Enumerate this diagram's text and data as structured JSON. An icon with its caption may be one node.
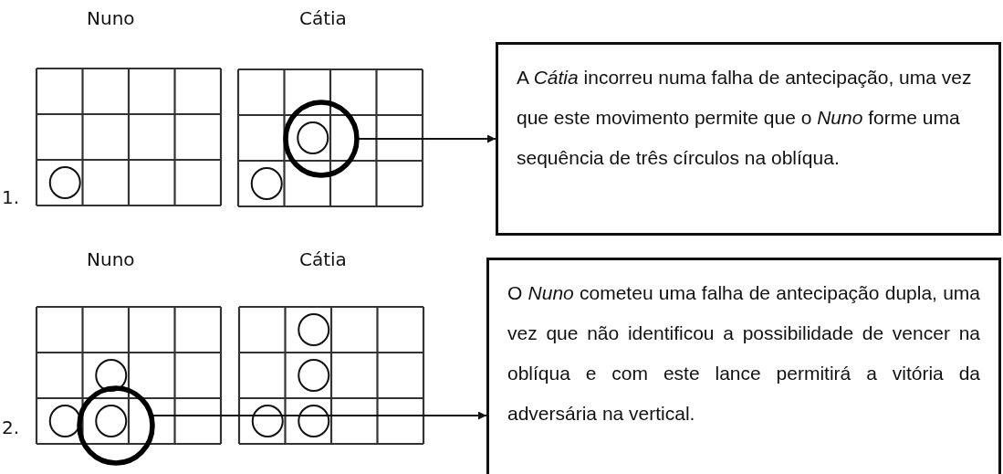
{
  "diagram": {
    "nodes": [
      {
        "text": [],
        "shape": "circle"
      },
      {
        "text": [
          "A *Cátia* incorreu numa falha de antecipação, uma vez que este movimento permite que o *Nuno* forme uma sequência de três círculos na oblíqua."
        ]
      },
      {
        "text": [],
        "shape": "circle"
      },
      {
        "text": [
          "O *Nuno* cometeu uma falha de antecipação dupla, uma vez que não identificou a possibilidade de vencer na oblíqua e com este lance permitirá a vitória da adversária na vertical."
        ]
      }
    ],
    "edges": [
      {
        "from": 0,
        "to": 1,
        "arrow": "to"
      },
      {
        "from": 2,
        "to": 3,
        "arrow": "to"
      }
    ],
    "labels": [
      "Nuno",
      "Cátia",
      "1.",
      "Nuno",
      "Cátia",
      "2."
    ]
  }
}
